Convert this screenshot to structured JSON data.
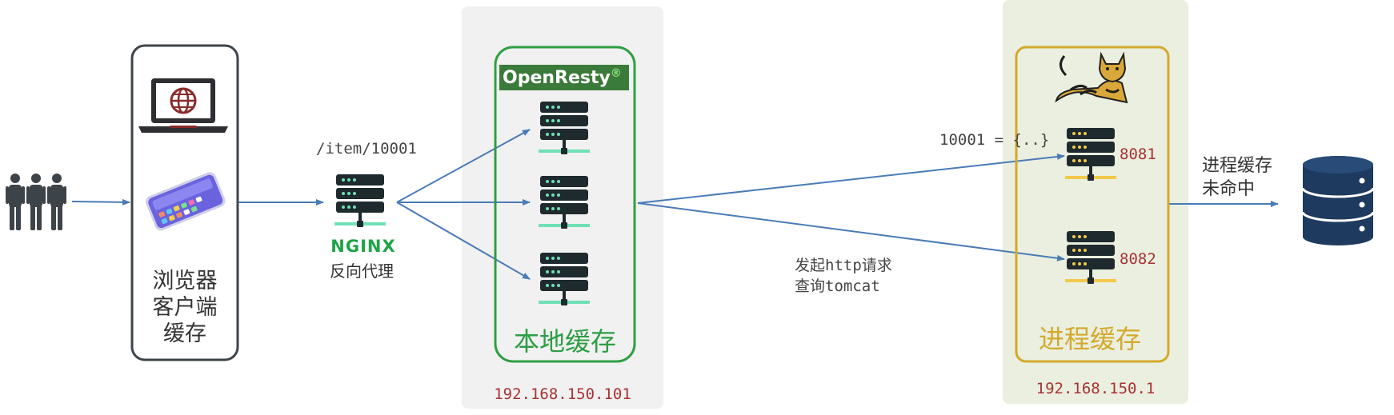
{
  "browser": {
    "caption_lines": [
      "浏览器",
      "客户端",
      "缓存"
    ]
  },
  "nginx": {
    "request_path": "/item/10001",
    "logo_text": "NGINX",
    "caption": "反向代理"
  },
  "openresty": {
    "brand": "OpenResty",
    "registered_mark": "®",
    "caption": "本地缓存",
    "ip": "192.168.150.101"
  },
  "tomcat": {
    "caption": "进程缓存",
    "ip": "192.168.150.1",
    "cache_entry": "10001 = {..}",
    "ports": [
      "8081",
      "8082"
    ]
  },
  "request_note": {
    "lines": [
      "发起http请求",
      "查询tomcat"
    ]
  },
  "db_note": {
    "lines": [
      "进程缓存",
      "未命中"
    ]
  },
  "colors": {
    "arrow": "#4a7bb7",
    "openresty_green": "#2e9e44",
    "tomcat_gold": "#d4a92c",
    "ip_red": "#a83232",
    "server_dark": "#1f2a2e",
    "db_navy": "#1e3a5f"
  },
  "icons": [
    "people-icon",
    "laptop-globe-icon",
    "smartphone-icon",
    "server-icon",
    "tomcat-cat-icon",
    "database-icon"
  ]
}
